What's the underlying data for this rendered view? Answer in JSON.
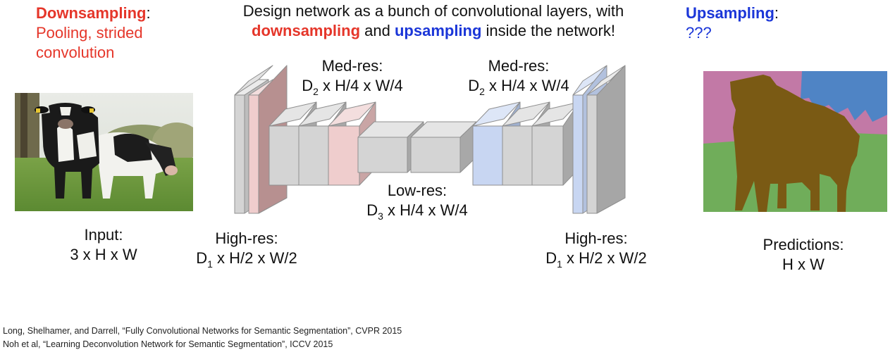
{
  "header": {
    "line1": "Design network as a bunch of convolutional layers, with",
    "line2_red": "downsampling",
    "line2_mid": " and ",
    "line2_blue": "upsampling",
    "line2_end": " inside the network!"
  },
  "downsampling": {
    "title": "Downsampling",
    "colon": ":",
    "line1": "Pooling, strided",
    "line2": "convolution"
  },
  "upsampling": {
    "title": "Upsampling",
    "colon": ":",
    "line1": "???"
  },
  "input": {
    "line1": "Input:",
    "line2": "3 x H x W"
  },
  "predictions": {
    "line1": "Predictions:",
    "line2": "H x W"
  },
  "labels": {
    "med_left": {
      "title": "Med-res:",
      "d": "D",
      "sub": "2",
      "rest": " x H/4 x W/4"
    },
    "med_right": {
      "title": "Med-res:",
      "d": "D",
      "sub": "2",
      "rest": " x H/4 x W/4"
    },
    "low": {
      "title": "Low-res:",
      "d": "D",
      "sub": "3",
      "rest": " x H/4 x W/4"
    },
    "high_left": {
      "title": "High-res:",
      "d": "D",
      "sub": "1",
      "rest": " x H/2 x W/2"
    },
    "high_right": {
      "title": "High-res:",
      "d": "D",
      "sub": "1",
      "rest": " x H/2 x W/2"
    }
  },
  "citations": [
    "Long, Shelhamer, and Darrell, “Fully Convolutional Networks for Semantic Segmentation”, CVPR 2015",
    "Noh et al, “Learning Deconvolution Network for Semantic Segmentation”, ICCV 2015"
  ],
  "colors": {
    "downsample_red": "#e5362a",
    "upsample_blue": "#1b36d8",
    "layer_gray": "#d4d4d4",
    "layer_pink": "#efcdcd",
    "layer_blue": "#c8d6f2",
    "seg_cow": "#7a5a14",
    "seg_grass": "#70ad5a",
    "seg_building": "#c279a6",
    "seg_sky": "#4f84c5"
  }
}
